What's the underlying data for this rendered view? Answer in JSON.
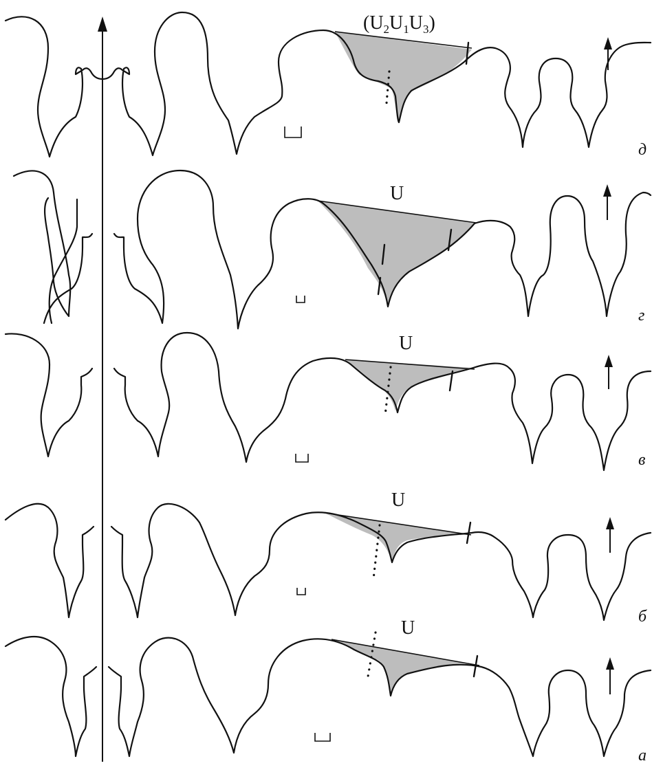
{
  "figure": {
    "panels": [
      {
        "id": "d",
        "letter": "д",
        "lobe_label_parts": [
          "(U",
          "2",
          "U",
          "1",
          "U",
          "3",
          ")"
        ]
      },
      {
        "id": "g",
        "letter": "г",
        "lobe_label_parts": [
          "U"
        ]
      },
      {
        "id": "v",
        "letter": "в",
        "lobe_label_parts": [
          "U"
        ]
      },
      {
        "id": "b",
        "letter": "б",
        "lobe_label_parts": [
          "U"
        ]
      },
      {
        "id": "a",
        "letter": "а",
        "lobe_label_parts": [
          "U"
        ]
      }
    ],
    "colors": {
      "line": "#111111",
      "shaded_lobe": "#bdbdbd",
      "background": "#ffffff"
    },
    "icons": {
      "siphuncle_axis": "long-arrow-up-icon",
      "orientation_marker": "short-arrow-up-icon",
      "scale_bar": "scale-bracket-icon"
    }
  }
}
